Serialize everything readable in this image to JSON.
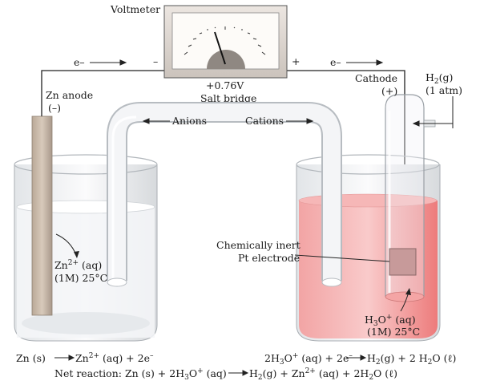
{
  "voltmeter": {
    "title": "Voltmeter",
    "reading": "+0.76V",
    "minus": "–",
    "plus": "+"
  },
  "salt_bridge": {
    "label": "Salt bridge",
    "anions": "Anions",
    "cations": "Cations"
  },
  "electrons": {
    "left": "e–",
    "right": "e–"
  },
  "anode": {
    "label": "Zn anode",
    "sign": "(–)"
  },
  "cathode": {
    "label": "Cathode",
    "sign": "(+)"
  },
  "gas": {
    "name": "H",
    "sub": "2",
    "state": "(g)",
    "pressure": "(1 atm)"
  },
  "left_solution": {
    "ion": "Zn",
    "charge": "2+",
    "state": " (aq)",
    "conditions": "(1M) 25°C"
  },
  "right_solution": {
    "ion_a": "H",
    "ion_sub": "3",
    "ion_b": "O",
    "charge": "+",
    "state": " (aq)",
    "conditions": "(1M) 25°C"
  },
  "electrode": {
    "line1": "Chemically inert",
    "line2": "Pt electrode"
  },
  "equations": {
    "anode_left": "Zn (s)",
    "anode_right_a": "Zn",
    "anode_right_sup": "2+",
    "anode_right_b": " (aq) + 2e",
    "anode_right_sup2": "–",
    "cathode_a": "2H",
    "cathode_sub1": "3",
    "cathode_b": "O",
    "cathode_sup1": "+",
    "cathode_c": " (aq) + 2e",
    "cathode_sup2": "–",
    "cathode_d": "H",
    "cathode_sub2": "2",
    "cathode_e": "(g) + 2 H",
    "cathode_sub3": "2",
    "cathode_f": "O (ℓ)",
    "net_a": "Net reaction: Zn (s) + 2H",
    "net_sub1": "3",
    "net_b": "O",
    "net_sup1": "+",
    "net_c": " (aq)",
    "net_d": "H",
    "net_sub2": "2",
    "net_e": "(g) + Zn",
    "net_sup2": "2+",
    "net_f": " (aq) + 2H",
    "net_sub3": "2",
    "net_g": "O (ℓ)"
  },
  "colors": {
    "acid_solution": "#f07a7a",
    "zinc_strip": "#c9b8a8",
    "wire": "#222222"
  }
}
